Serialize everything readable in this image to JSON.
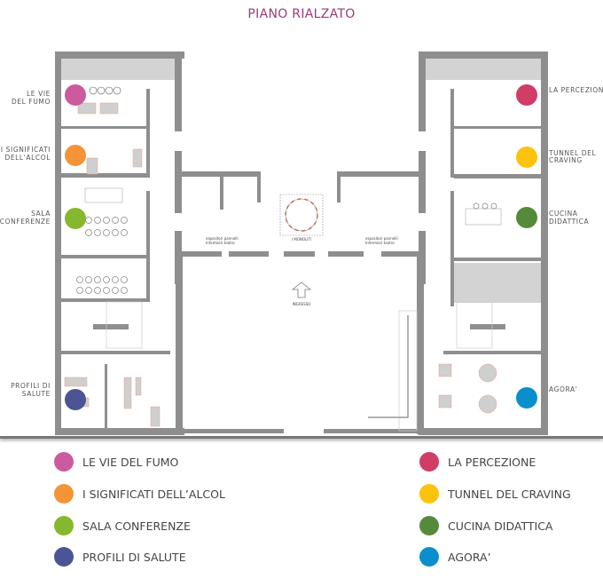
{
  "title": "PIANO RIALZATO",
  "rooms": {
    "fumo": {
      "line1": "LE VIE",
      "line2": "DEL FUMO",
      "color": "#cc5a9e"
    },
    "alcol": {
      "line1": "I SIGNIFICATI",
      "line2": "DELL'ALCOL",
      "color": "#f39437"
    },
    "sala": {
      "line1": "SALA",
      "line2": "CONFERENZE",
      "color": "#86b82d"
    },
    "profili": {
      "line1": "PROFILI DI",
      "line2": "SALUTE",
      "color": "#4d5496"
    },
    "percezione": {
      "line1": "LA PERCEZIONE",
      "color": "#d03d66"
    },
    "craving": {
      "line1": "TUNNEL DEL",
      "line2": "CRAVING",
      "color": "#fcc30e"
    },
    "cucina": {
      "line1": "CUCINA",
      "line2": "DIDATTICA",
      "color": "#558a3a"
    },
    "agora": {
      "line1": "AGORA'",
      "color": "#0a8fcc"
    }
  },
  "plan_labels": {
    "monoliti": "I MONOLITI",
    "ingresso": "INGRESSO",
    "espositori_line1": "espositori pannelli",
    "espositori_line2": "Infermieri teatro"
  },
  "legend": [
    {
      "label": "LE VIE DEL FUMO",
      "color": "#cc5a9e"
    },
    {
      "label": "I SIGNIFICATI DELL’ALCOL",
      "color": "#f39437"
    },
    {
      "label": "SALA CONFERENZE",
      "color": "#86b82d"
    },
    {
      "label": "PROFILI DI SALUTE",
      "color": "#4d5496"
    },
    {
      "label": "LA PERCEZIONE",
      "color": "#d03d66"
    },
    {
      "label": "TUNNEL DEL CRAVING",
      "color": "#fcc30e"
    },
    {
      "label": "CUCINA DIDATTICA",
      "color": "#558a3a"
    },
    {
      "label": "AGORA’",
      "color": "#0a8fcc"
    }
  ]
}
